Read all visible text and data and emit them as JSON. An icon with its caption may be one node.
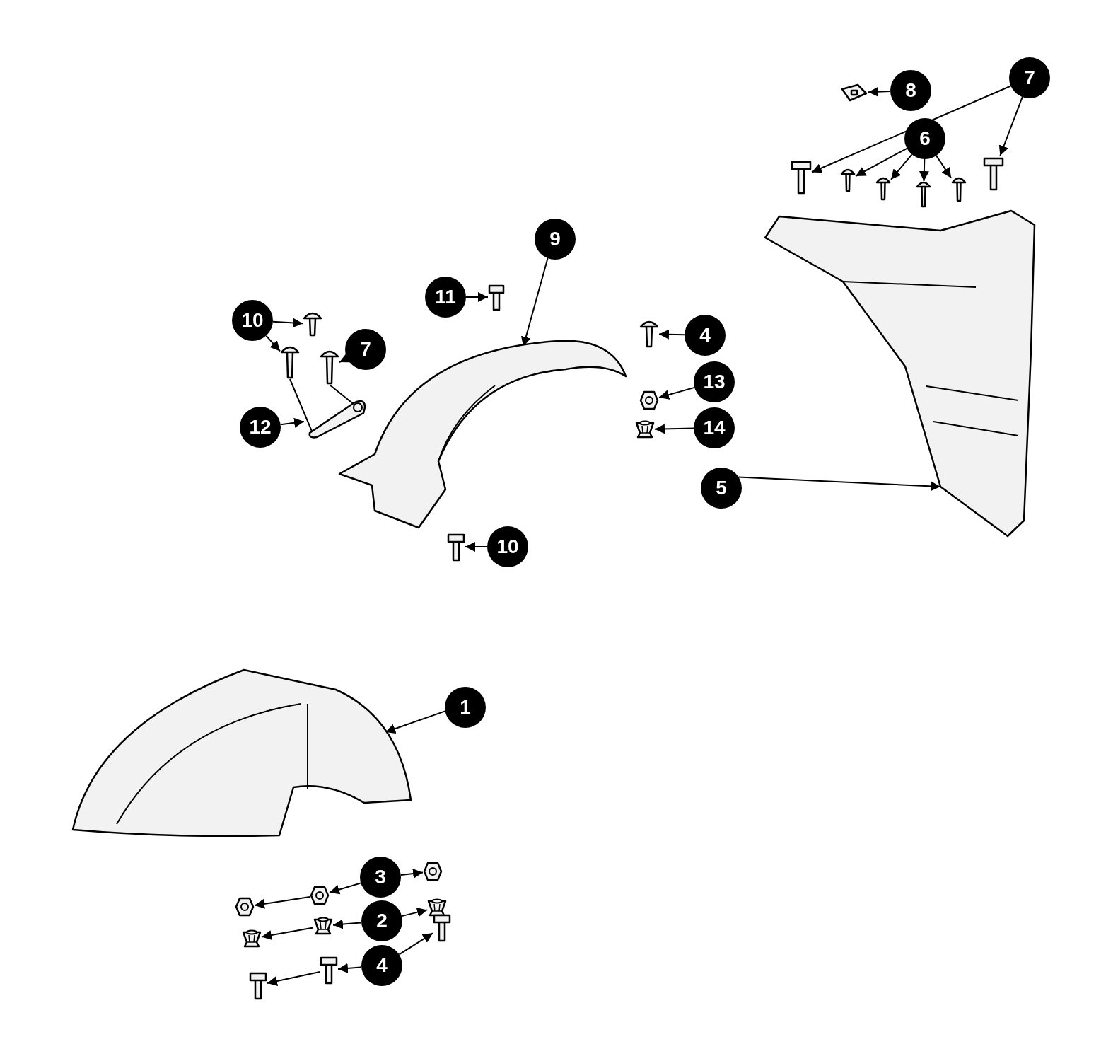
{
  "diagram": {
    "nodes": [
      {
        "text": [
          "8"
        ]
      },
      {
        "text": [
          "7"
        ]
      },
      {
        "text": [
          "6"
        ]
      },
      {
        "text": [
          "9"
        ]
      },
      {
        "text": [
          "10"
        ]
      },
      {
        "text": [
          "4"
        ]
      },
      {
        "text": [
          "7"
        ]
      },
      {
        "text": [
          "13"
        ]
      },
      {
        "text": [
          "11"
        ]
      },
      {
        "text": [
          "14"
        ]
      },
      {
        "text": [
          "12"
        ]
      },
      {
        "text": [
          "5"
        ]
      },
      {
        "text": [
          "10"
        ]
      },
      {
        "text": [
          "1"
        ]
      },
      {
        "text": [
          "3"
        ]
      },
      {
        "text": [
          "2"
        ]
      },
      {
        "text": [
          "4"
        ]
      },
      {
        "text": [],
        "shape": "picture"
      },
      {
        "text": [],
        "shape": "picture"
      },
      {
        "text": [],
        "shape": "picture"
      },
      {
        "text": [],
        "shape": "picture"
      },
      {
        "text": [],
        "shape": "picture"
      },
      {
        "text": [],
        "shape": "picture"
      },
      {
        "text": [],
        "shape": "picture"
      },
      {
        "text": [],
        "shape": "picture"
      },
      {
        "text": [],
        "shape": "picture"
      },
      {
        "text": [],
        "shape": "picture"
      },
      {
        "text": [],
        "shape": "picture"
      },
      {
        "text": [],
        "shape": "picture"
      },
      {
        "text": [],
        "shape": "picture"
      },
      {
        "text": [],
        "shape": "picture"
      },
      {
        "text": [],
        "shape": "picture"
      },
      {
        "text": [],
        "shape": "picture"
      },
      {
        "text": [],
        "shape": "picture"
      },
      {
        "text": [],
        "shape": "picture"
      },
      {
        "text": [],
        "shape": "picture"
      },
      {
        "text": [],
        "shape": "picture"
      },
      {
        "text": [],
        "shape": "picture"
      },
      {
        "text": [],
        "shape": "picture"
      },
      {
        "text": [],
        "shape": "picture"
      },
      {
        "text": [],
        "shape": "picture"
      },
      {
        "text": [],
        "shape": "picture"
      },
      {
        "text": [],
        "shape": "picture"
      },
      {
        "text": [],
        "shape": "picture"
      },
      {
        "text": [],
        "shape": "picture"
      }
    ],
    "edges": [
      {
        "from": 0,
        "to": 17,
        "arrow": "to"
      },
      {
        "from": 1,
        "to": 18,
        "arrow": "to"
      },
      {
        "from": 1,
        "to": 23,
        "arrow": "to"
      },
      {
        "from": 2,
        "to": 19,
        "arrow": "to"
      },
      {
        "from": 2,
        "to": 20,
        "arrow": "to"
      },
      {
        "from": 2,
        "to": 21,
        "arrow": "to"
      },
      {
        "from": 2,
        "to": 22,
        "arrow": "to"
      },
      {
        "from": 3,
        "to": 29,
        "arrow": "to"
      },
      {
        "from": 4,
        "to": 25,
        "arrow": "to"
      },
      {
        "from": 4,
        "to": 26,
        "arrow": "to"
      },
      {
        "from": 6,
        "to": 27,
        "arrow": "to"
      },
      {
        "from": 5,
        "to": 28,
        "arrow": "to"
      },
      {
        "from": 8,
        "to": 30,
        "arrow": "to"
      },
      {
        "from": 7,
        "to": 32,
        "arrow": "to"
      },
      {
        "from": 9,
        "to": 33,
        "arrow": "to"
      },
      {
        "from": 10,
        "to": 31,
        "arrow": "to"
      },
      {
        "from": 11,
        "to": 24,
        "arrow": "to"
      },
      {
        "from": 12,
        "to": 34,
        "arrow": "to"
      },
      {
        "from": 13,
        "to": 35,
        "arrow": "to"
      },
      {
        "from": 14,
        "to": 36,
        "arrow": "to"
      },
      {
        "from": 14,
        "to": 37,
        "arrow": "to"
      },
      {
        "from": 37,
        "to": 38,
        "arrow": "to"
      },
      {
        "from": 15,
        "to": 39,
        "arrow": "to"
      },
      {
        "from": 15,
        "to": 40,
        "arrow": "to"
      },
      {
        "from": 40,
        "to": 41,
        "arrow": "to"
      },
      {
        "from": 16,
        "to": 42,
        "arrow": "to"
      },
      {
        "from": 16,
        "to": 43,
        "arrow": "to"
      },
      {
        "from": 43,
        "to": 44,
        "arrow": "to"
      },
      {
        "from": 26,
        "to": 31,
        "arrow": "none"
      },
      {
        "from": 27,
        "to": 31,
        "arrow": "none"
      }
    ]
  }
}
